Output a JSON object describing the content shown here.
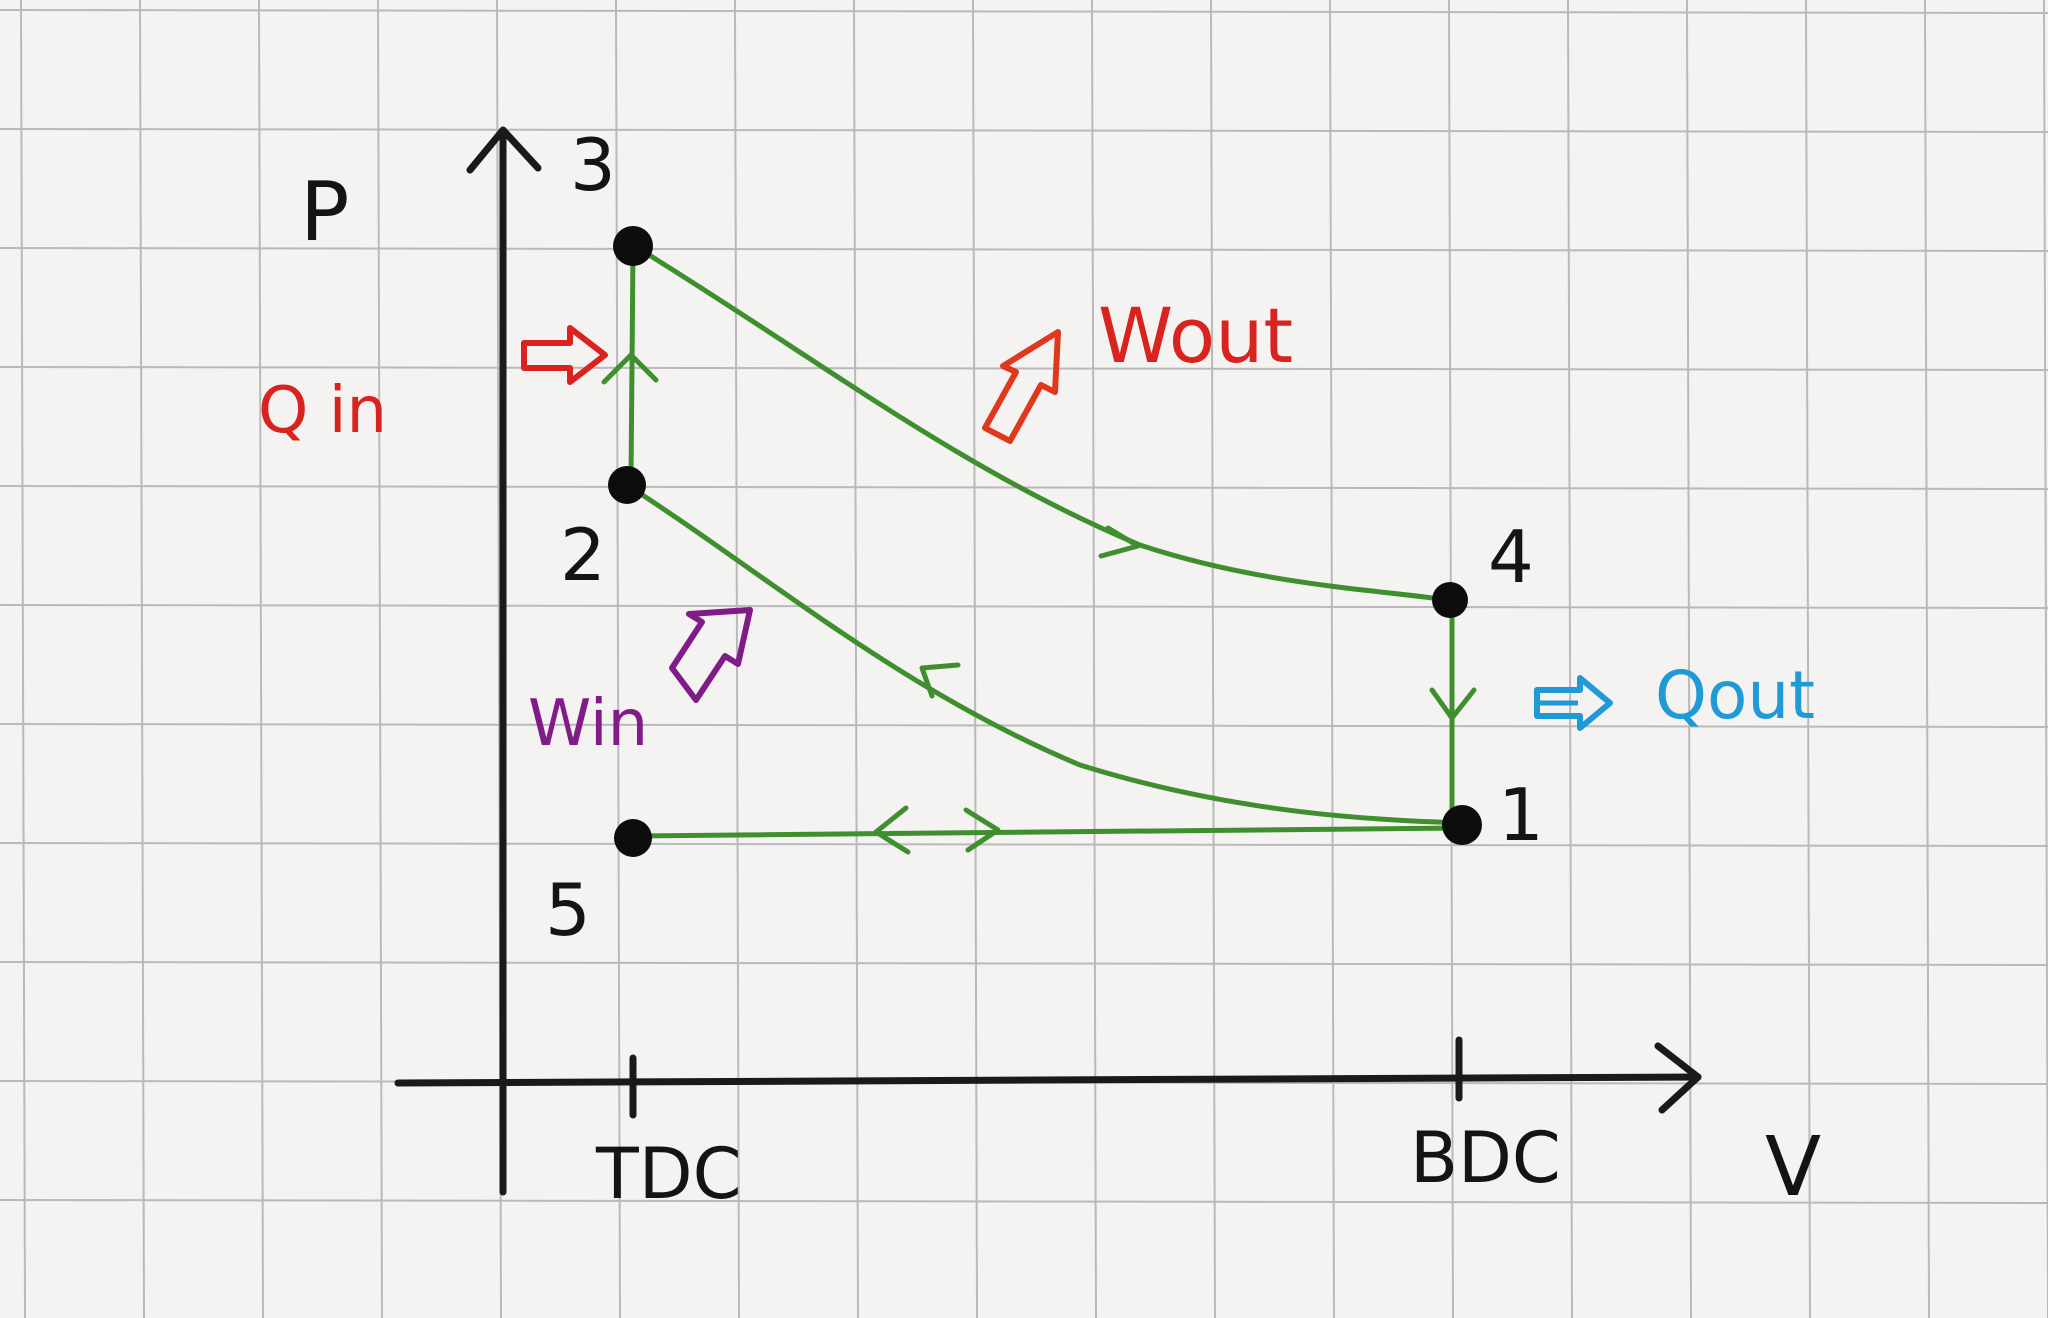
{
  "axes": {
    "y_label": "P",
    "x_label": "V",
    "tdc_label": "TDC",
    "bdc_label": "BDC"
  },
  "points": {
    "p1": "1",
    "p2": "2",
    "p3": "3",
    "p4": "4",
    "p5": "5"
  },
  "energy_labels": {
    "q_in": "Q in",
    "w_out": "Wout",
    "w_in": "Win",
    "q_out": "Qout"
  },
  "colors": {
    "grid": "#b9b9bb",
    "axes": "#1a1a1a",
    "cycle": "#3f8f2f",
    "q_in": "#d8231f",
    "w_out": "#e0381e",
    "w_in": "#7f1c88",
    "q_out": "#1f9ad6",
    "points": "#0d0d0d"
  }
}
